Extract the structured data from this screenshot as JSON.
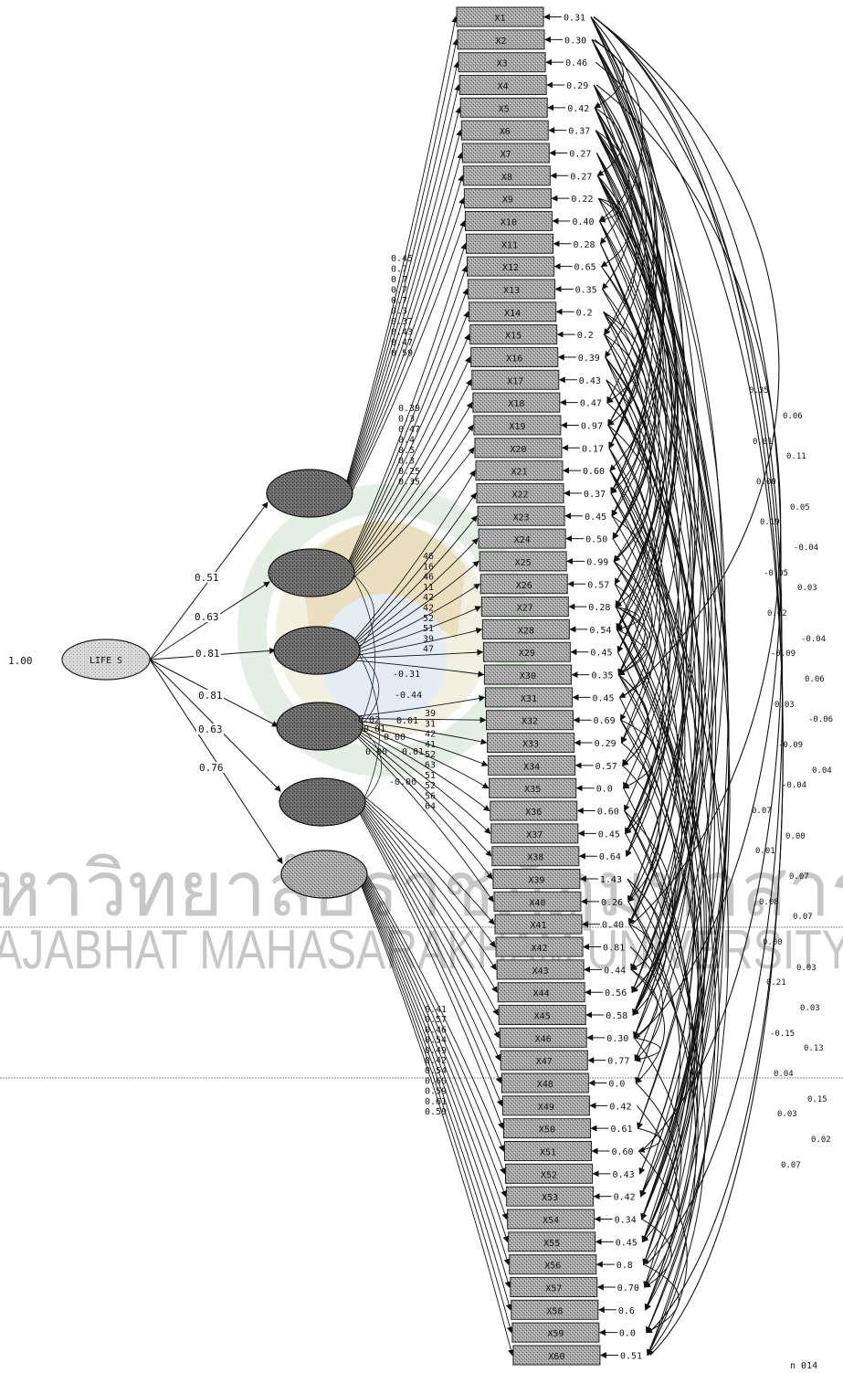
{
  "watermark": {
    "thai": "หาวิทยาลัยราชภัฏมหาสารคาม",
    "english": "AJABHAT MAHASARAKHAM UNIVERSITY"
  },
  "variance_label": "1.00",
  "root_factor": "LIFE S",
  "factor_loadings": [
    "0.51",
    "0.63",
    "0.81",
    "0.81",
    "0.63",
    "0.76"
  ],
  "factor_labels": [
    "",
    "",
    "",
    "",
    "",
    ""
  ],
  "indicators": [
    "X1",
    "X2",
    "X3",
    "X4",
    "X5",
    "X6",
    "X7",
    "X8",
    "X9",
    "X10",
    "X11",
    "X12",
    "X13",
    "X14",
    "X15",
    "X16",
    "X17",
    "X18",
    "X19",
    "X20",
    "X21",
    "X22",
    "X23",
    "X24",
    "X25",
    "X26",
    "X27",
    "X28",
    "X29",
    "X30",
    "X31",
    "X32",
    "X33",
    "X34",
    "X35",
    "X36",
    "X37",
    "X38",
    "X39",
    "X40",
    "X41",
    "X42",
    "X43",
    "X44",
    "X45",
    "X46",
    "X47",
    "X48",
    "X49",
    "X50",
    "X51",
    "X52",
    "X53",
    "X54",
    "X55",
    "X56",
    "X57",
    "X58",
    "X59",
    "X60"
  ],
  "error_variances": [
    "0.31",
    "0.30",
    "0.46",
    "0.29",
    "0.42",
    "0.37",
    "0.27",
    "0.27",
    "0.22",
    "0.40",
    "0.28",
    "0.65",
    "0.35",
    "0.2",
    "0.2",
    "0.39",
    "0.43",
    "0.47",
    "0.97",
    "0.17",
    "0.60",
    "0.37",
    "0.45",
    "0.50",
    "0.99",
    "0.57",
    "0.28",
    "0.54",
    "0.45",
    "0.35",
    "0.45",
    "0.69",
    "0.29",
    "0.57",
    "0.0",
    "0.60",
    "0.45",
    "0.64",
    "1.43",
    "0.26",
    "0.40",
    "0.81",
    "0.44",
    "0.56",
    "0.58",
    "0.30",
    "0.77",
    "0.0",
    "0.42",
    "0.61",
    "0.60",
    "0.43",
    "0.42",
    "0.34",
    "0.45",
    "0.8",
    "0.70",
    "0.6",
    "0.0",
    "0.51"
  ],
  "loadings_block_1": [
    "0.45",
    "0.7",
    "0.7",
    "0.7",
    "0.7",
    "0.3",
    "0.37",
    "0.43",
    "0.47",
    "0.59"
  ],
  "loadings_block_2": [
    "0.39",
    "0.3",
    "0.47",
    "0.4",
    "0.5",
    "0.3",
    "0.25",
    "0.35"
  ],
  "loadings_block_3": [
    "46",
    "16",
    "46",
    "11",
    "42",
    "42",
    "52",
    "51",
    "39",
    "47"
  ],
  "loadings_block_4": [
    "39",
    "31",
    "42",
    "41",
    "52",
    "63",
    "51",
    "52",
    "56",
    "64"
  ],
  "loadings_block_6": [
    "0.41",
    "0.57",
    "0.46",
    "0.54",
    "0.49",
    "0.42",
    "0.54",
    "0.60",
    "0.59",
    "0.61",
    "0.59"
  ],
  "factor_correlations": [
    "-0.02",
    "0.01",
    "-0.01",
    "0.00",
    "-0.44",
    "-0.31",
    "0.00",
    "0.01",
    "-0.06"
  ],
  "error_covariances": [
    "0.35",
    "0.06",
    "0.01",
    "0.11",
    "0.00",
    "0.05",
    "0.19",
    "-0.04",
    "-0.05",
    "0.03",
    "0.02",
    "-0.04",
    "-0.09",
    "0.06",
    "0.03",
    "-0.06",
    "-0.09",
    "0.04",
    "-0.04",
    "0.07",
    "0.00",
    "0.01",
    "0.07",
    "0.08",
    "0.07",
    "0.00",
    "0.03",
    "0.21",
    "0.03",
    "-0.15",
    "0.13",
    "0.04",
    "0.15",
    "0.03",
    "0.02",
    "0.07"
  ],
  "footer_text": "n 014"
}
